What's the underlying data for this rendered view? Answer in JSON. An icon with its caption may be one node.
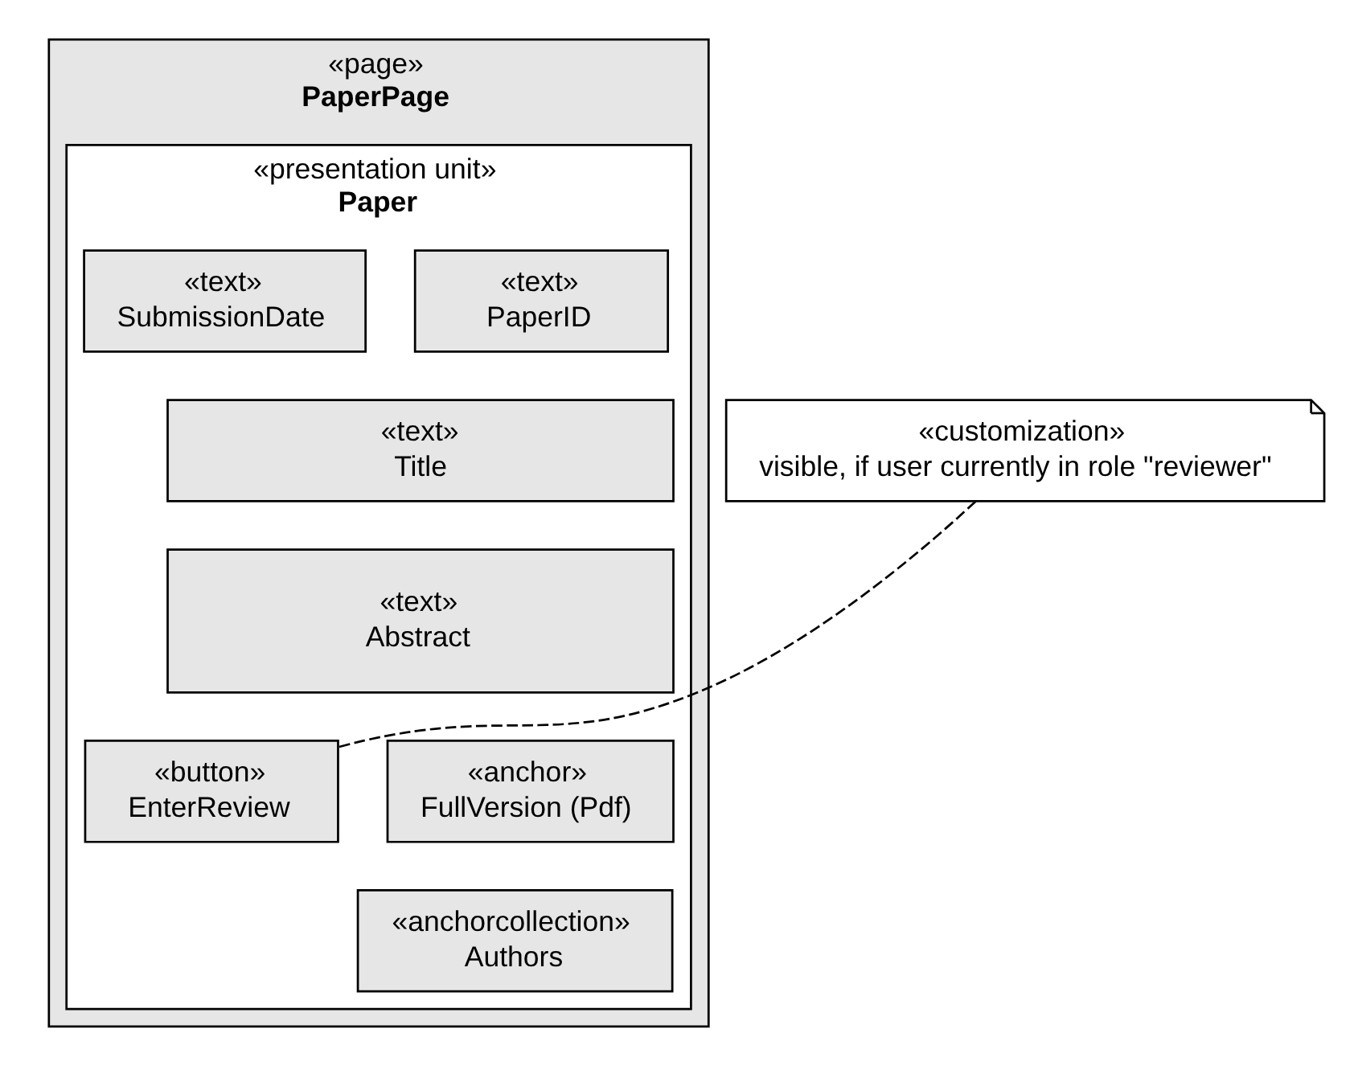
{
  "diagram": {
    "nodes": [
      {
        "text": [
          "«page»",
          "PaperPage"
        ]
      },
      {
        "text": [
          "«presentation unit»",
          "Paper"
        ],
        "in": 0
      },
      {
        "text": [
          "«text»",
          "PaperID"
        ],
        "in": 1
      },
      {
        "text": [
          "«text»",
          "SubmissionDate"
        ],
        "in": 1
      },
      {
        "text": [
          "«text»",
          "Title"
        ],
        "in": 1
      },
      {
        "text": [
          "«text»",
          "Abstract"
        ],
        "in": 1
      },
      {
        "text": [
          "«anchor»",
          "FullVersion (Pdf)"
        ],
        "in": 1
      },
      {
        "text": [
          "«button»",
          "EnterReview"
        ],
        "in": 1
      },
      {
        "text": [
          "«anchorcollection»",
          "Authors"
        ],
        "in": 1
      },
      {
        "text": [
          "«customization»",
          "visible, if user currently in role \"reviewer\""
        ]
      }
    ],
    "edges": [
      {
        "from": 9,
        "to": 7,
        "arrow": "none",
        "style": "dashed"
      }
    ]
  }
}
